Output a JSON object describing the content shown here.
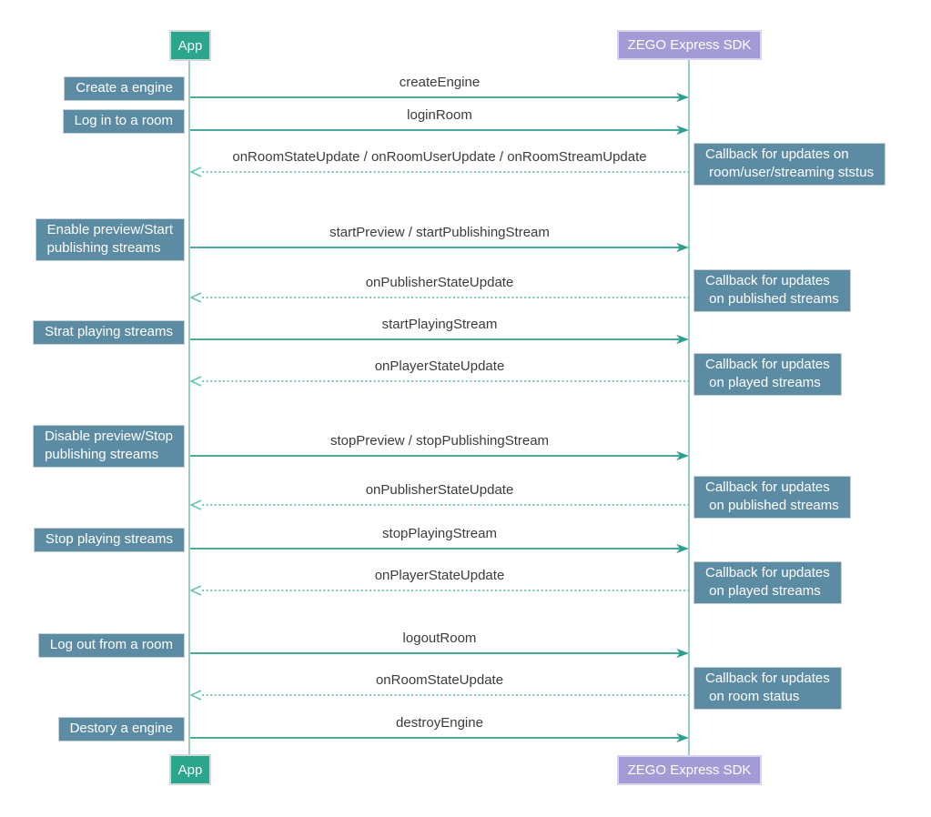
{
  "diagram": {
    "type": "sequence-diagram",
    "actors": {
      "app": {
        "label": "App"
      },
      "sdk": {
        "label": "ZEGO Express SDK"
      }
    },
    "colors": {
      "actor_app_bg": "#2CA58D",
      "actor_sdk_bg": "#A29BD6",
      "note_bg": "#5C8BA4",
      "arrow_solid": "#2E9E8F",
      "arrow_dashed": "#66C0B0",
      "lifeline": "#99CFC3",
      "message_text": "#3C3C3C"
    },
    "messages": [
      {
        "label": "createEngine",
        "type": "solid",
        "from": "App",
        "to": "ZEGO Express SDK"
      },
      {
        "label": "loginRoom",
        "type": "solid",
        "from": "App",
        "to": "ZEGO Express SDK"
      },
      {
        "label": "onRoomStateUpdate / onRoomUserUpdate / onRoomStreamUpdate",
        "type": "dashed",
        "from": "ZEGO Express SDK",
        "to": "App"
      },
      {
        "label": "startPreview / startPublishingStream",
        "type": "solid",
        "from": "App",
        "to": "ZEGO Express SDK"
      },
      {
        "label": "onPublisherStateUpdate",
        "type": "dashed",
        "from": "ZEGO Express SDK",
        "to": "App"
      },
      {
        "label": "startPlayingStream",
        "type": "solid",
        "from": "App",
        "to": "ZEGO Express SDK"
      },
      {
        "label": "onPlayerStateUpdate",
        "type": "dashed",
        "from": "ZEGO Express SDK",
        "to": "App"
      },
      {
        "label": "stopPreview / stopPublishingStream",
        "type": "solid",
        "from": "App",
        "to": "ZEGO Express SDK"
      },
      {
        "label": "onPublisherStateUpdate",
        "type": "dashed",
        "from": "ZEGO Express SDK",
        "to": "App"
      },
      {
        "label": "stopPlayingStream",
        "type": "solid",
        "from": "App",
        "to": "ZEGO Express SDK"
      },
      {
        "label": "onPlayerStateUpdate",
        "type": "dashed",
        "from": "ZEGO Express SDK",
        "to": "App"
      },
      {
        "label": "logoutRoom",
        "type": "solid",
        "from": "App",
        "to": "ZEGO Express SDK"
      },
      {
        "label": "onRoomStateUpdate",
        "type": "dashed",
        "from": "ZEGO Express SDK",
        "to": "App"
      },
      {
        "label": "destroyEngine",
        "type": "solid",
        "from": "App",
        "to": "ZEGO Express SDK"
      }
    ],
    "left_notes": [
      {
        "text": "Create a engine"
      },
      {
        "text": "Log in to a room"
      },
      {
        "text": "Enable preview/Start\npublishing streams"
      },
      {
        "text": "Strat playing streams"
      },
      {
        "text": "Disable preview/Stop\npublishing streams"
      },
      {
        "text": "Stop playing streams"
      },
      {
        "text": "Log out from a room"
      },
      {
        "text": "Destory a engine"
      }
    ],
    "right_notes": [
      {
        "text": "Callback for updates on\n room/user/streaming ststus"
      },
      {
        "text": "Callback for updates\n on published streams"
      },
      {
        "text": "Callback for updates\n on played streams"
      },
      {
        "text": "Callback for updates\n on published streams"
      },
      {
        "text": "Callback for updates\n on played streams"
      },
      {
        "text": "Callback for updates\n on room status"
      }
    ]
  }
}
